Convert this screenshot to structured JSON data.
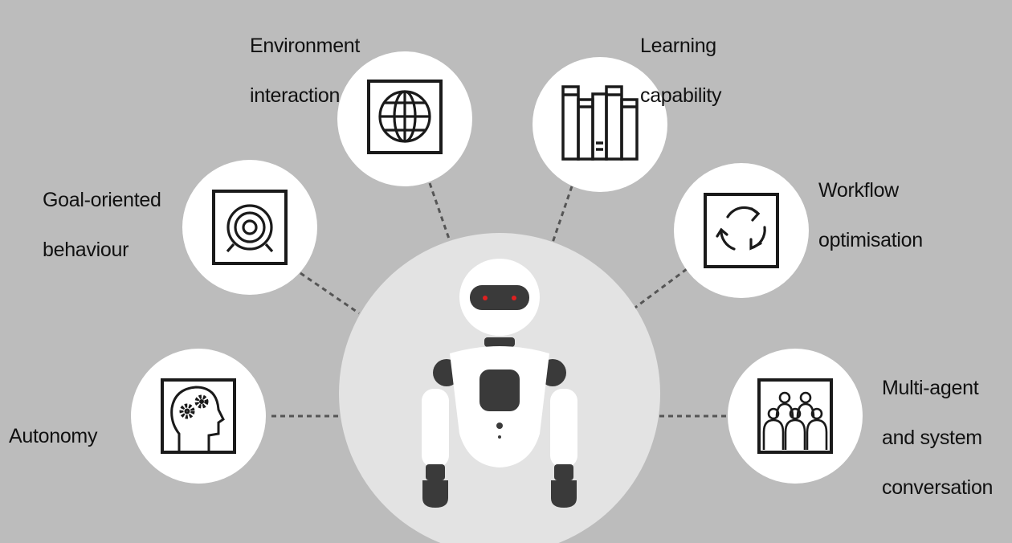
{
  "features": {
    "environment": {
      "line1": "Environment",
      "line2": "interaction",
      "icon": "globe-icon"
    },
    "learning": {
      "line1": "Learning",
      "line2": "capability",
      "icon": "books-icon"
    },
    "goal": {
      "line1": "Goal-oriented",
      "line2": "behaviour",
      "icon": "target-icon"
    },
    "workflow": {
      "line1": "Workflow",
      "line2": "optimisation",
      "icon": "cycle-arrows-icon"
    },
    "autonomy": {
      "line1": "Autonomy",
      "icon": "head-gears-icon"
    },
    "multiagent": {
      "line1": "Multi-agent",
      "line2": "and system",
      "line3": "conversation",
      "icon": "people-group-icon"
    }
  },
  "center": {
    "icon": "robot-icon"
  },
  "colors": {
    "background": "#bcbcbc",
    "node_fill": "#ffffff",
    "center_fill": "#e3e3e3",
    "icon_stroke": "#1a1a1a",
    "robot_dark": "#3a3a3a",
    "robot_eye": "#e02020",
    "connector": "#555555"
  }
}
